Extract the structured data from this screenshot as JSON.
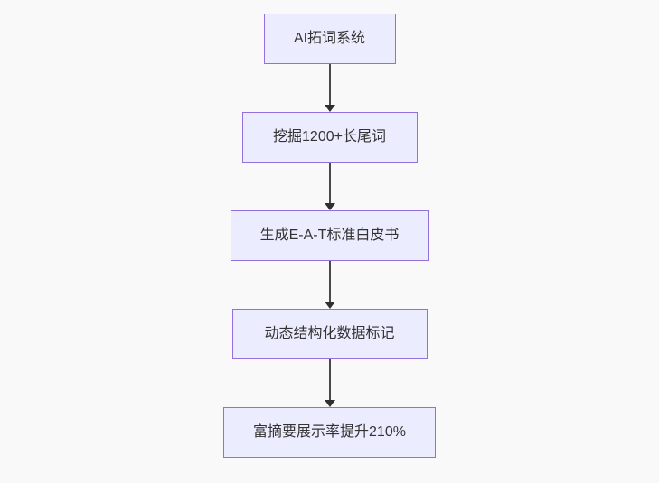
{
  "flowchart": {
    "type": "flowchart",
    "direction": "top-down",
    "nodes": [
      {
        "id": "A",
        "label": "AI拓词系统"
      },
      {
        "id": "B",
        "label": "挖掘1200+长尾词"
      },
      {
        "id": "C",
        "label": "生成E-A-T标准白皮书"
      },
      {
        "id": "D",
        "label": "动态结构化数据标记"
      },
      {
        "id": "E",
        "label": "富摘要展示率提升210%"
      }
    ],
    "edges": [
      {
        "from": "A",
        "to": "B"
      },
      {
        "from": "B",
        "to": "C"
      },
      {
        "from": "C",
        "to": "D"
      },
      {
        "from": "D",
        "to": "E"
      }
    ],
    "colors": {
      "node_fill": "#ECECFF",
      "node_border": "#9370DB",
      "node_text": "#333333",
      "arrow": "#2F2F2F",
      "background": "#F9F9F9"
    }
  }
}
